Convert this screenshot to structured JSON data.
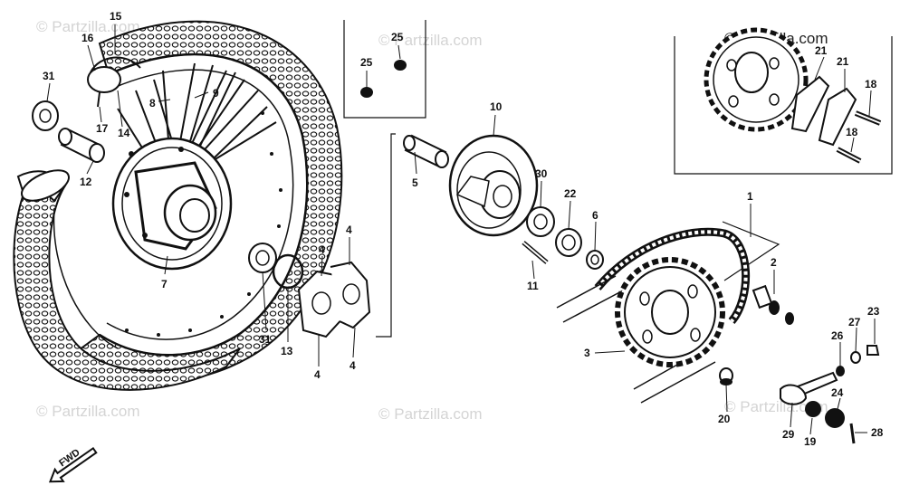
{
  "watermark_text": "© Partzilla.com",
  "brand_text": "© Partzilla.com",
  "fwd_label": "FWD",
  "callouts": [
    {
      "id": "c15",
      "label": "15"
    },
    {
      "id": "c16",
      "label": "16"
    },
    {
      "id": "c31a",
      "label": "31"
    },
    {
      "id": "c8",
      "label": "8"
    },
    {
      "id": "c9",
      "label": "9"
    },
    {
      "id": "c17",
      "label": "17"
    },
    {
      "id": "c14",
      "label": "14"
    },
    {
      "id": "c12",
      "label": "12"
    },
    {
      "id": "c7",
      "label": "7"
    },
    {
      "id": "c25a",
      "label": "25"
    },
    {
      "id": "c25b",
      "label": "25"
    },
    {
      "id": "c10",
      "label": "10"
    },
    {
      "id": "c5",
      "label": "5"
    },
    {
      "id": "c30",
      "label": "30"
    },
    {
      "id": "c22",
      "label": "22"
    },
    {
      "id": "c6",
      "label": "6"
    },
    {
      "id": "c11",
      "label": "11"
    },
    {
      "id": "c4a",
      "label": "4"
    },
    {
      "id": "c4b",
      "label": "4"
    },
    {
      "id": "c4c",
      "label": "4"
    },
    {
      "id": "c4d",
      "label": "4"
    },
    {
      "id": "c31b",
      "label": "31"
    },
    {
      "id": "c13",
      "label": "13"
    },
    {
      "id": "c1",
      "label": "1"
    },
    {
      "id": "c2",
      "label": "2"
    },
    {
      "id": "c3",
      "label": "3"
    },
    {
      "id": "c21a",
      "label": "21"
    },
    {
      "id": "c21b",
      "label": "21"
    },
    {
      "id": "c18a",
      "label": "18"
    },
    {
      "id": "c18b",
      "label": "18"
    },
    {
      "id": "c23",
      "label": "23"
    },
    {
      "id": "c27",
      "label": "27"
    },
    {
      "id": "c26",
      "label": "26"
    },
    {
      "id": "c24",
      "label": "24"
    },
    {
      "id": "c20",
      "label": "20"
    },
    {
      "id": "c29",
      "label": "29"
    },
    {
      "id": "c19",
      "label": "19"
    },
    {
      "id": "c28",
      "label": "28"
    }
  ]
}
